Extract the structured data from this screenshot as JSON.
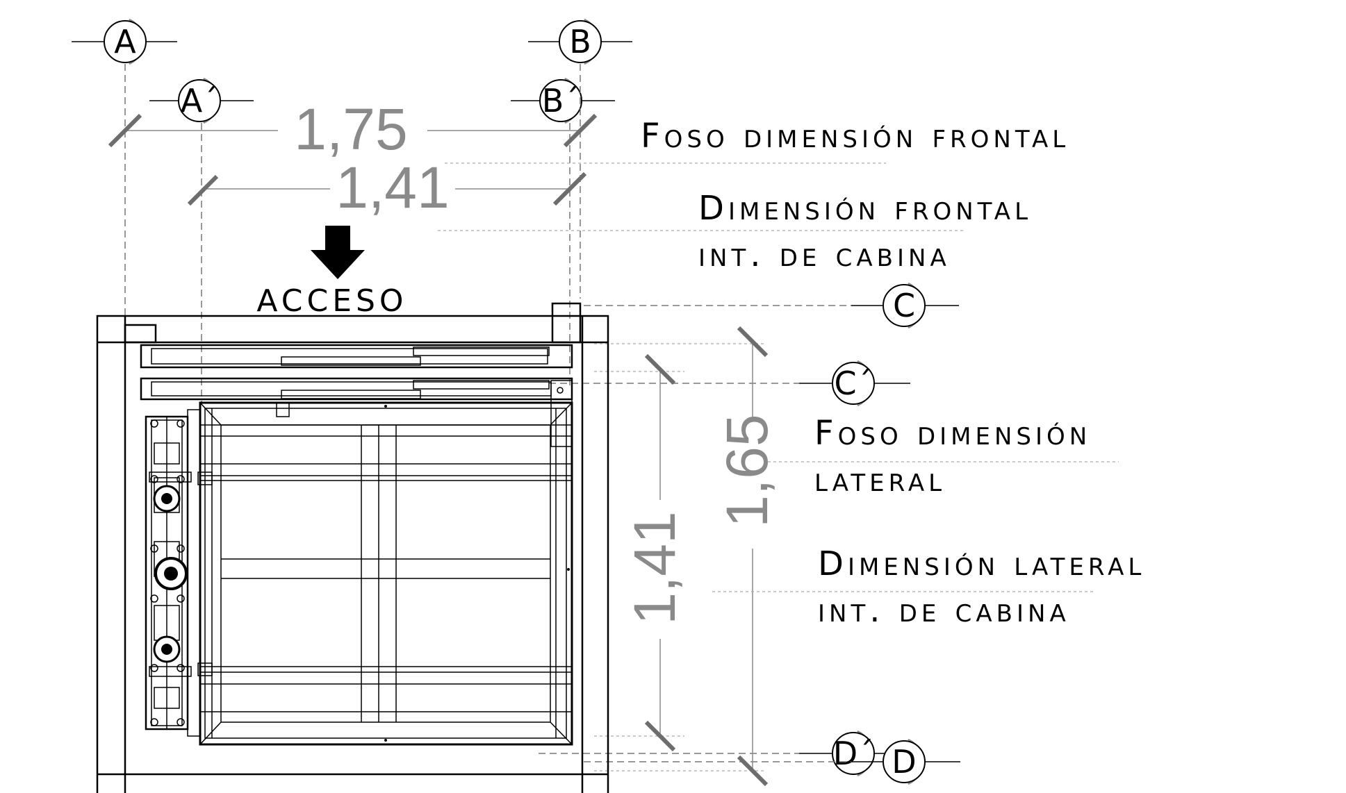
{
  "axes": {
    "a": "A",
    "a_prime": "A´",
    "b": "B",
    "b_prime": "B´",
    "c": "C",
    "c_prime": "C´",
    "d": "D",
    "d_prime": "D´"
  },
  "dimensions": {
    "pit_front": "1,75",
    "cabin_front": "1,41",
    "pit_side": "1,65",
    "cabin_side": "1,41"
  },
  "labels": {
    "pit_front": "Foso dimensión frontal",
    "cabin_front_line1": "Dimensión frontal",
    "cabin_front_line2": "int. de cabina",
    "pit_side_line1": "Foso dimensión",
    "pit_side_line2": "lateral",
    "cabin_side_line1": "Dimensión lateral",
    "cabin_side_line2": "int. de cabina",
    "access": "ACCESO"
  },
  "colors": {
    "line": "#000000",
    "dimension": "#8a8a8a"
  }
}
